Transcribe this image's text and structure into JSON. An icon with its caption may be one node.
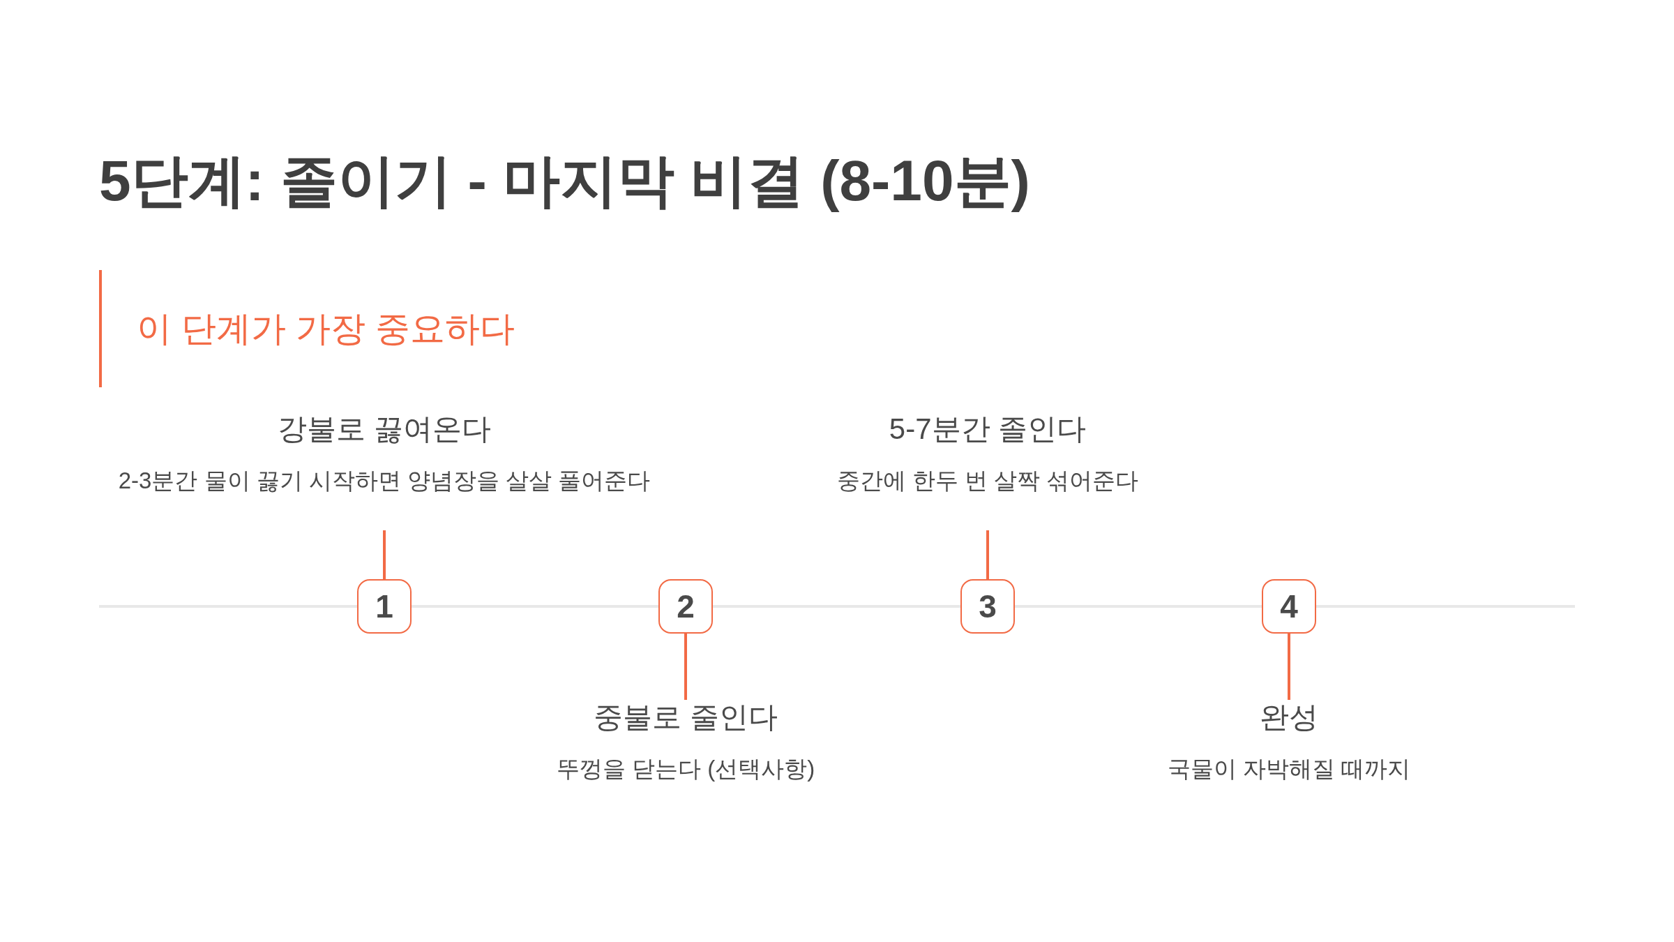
{
  "diagram": {
    "title": "5단계: 졸이기 - 마지막 비결 (8-10분)",
    "nodes": [
      {
        "text": [
          "강불로 끓여온다",
          "2-3분간 물이 끓기 시작하면 양념장을 살살 풀어준다"
        ]
      },
      {
        "text": [
          "중불로 줄인다",
          "뚜껑을 닫는다 (선택사항)"
        ]
      },
      {
        "text": [
          "5-7분간 졸인다",
          "중간에 한두 번 살짝 섞어준다"
        ]
      },
      {
        "text": [
          "완성",
          "국물이 자박해질 때까지"
        ]
      },
      {
        "text": [
          "1"
        ]
      },
      {
        "text": [
          "2"
        ]
      },
      {
        "text": [
          "3"
        ]
      },
      {
        "text": [
          "4"
        ]
      }
    ],
    "edges": [
      {
        "from": 0,
        "to": 4,
        "arrow": "none"
      },
      {
        "from": 1,
        "to": 5,
        "arrow": "none"
      },
      {
        "from": 2,
        "to": 6,
        "arrow": "none"
      },
      {
        "from": 3,
        "to": 7,
        "arrow": "none"
      }
    ],
    "labels": [
      "이 단계가 가장 중요하다"
    ]
  }
}
